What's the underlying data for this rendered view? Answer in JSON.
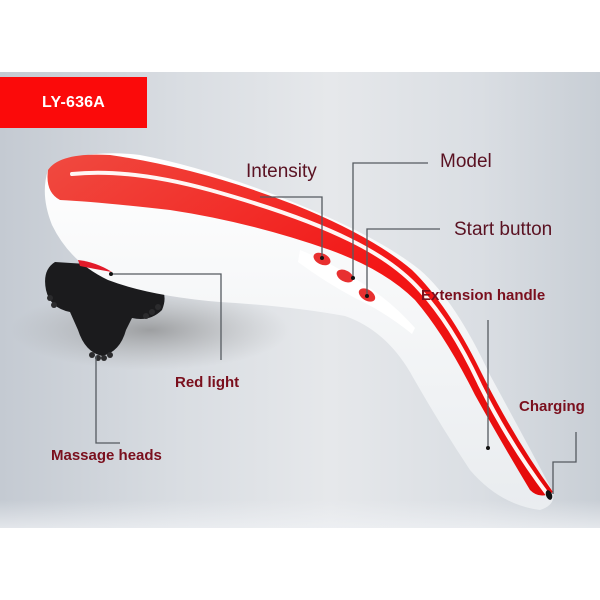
{
  "model_tag": "LY-636A",
  "colors": {
    "accent_red": "#fb0a0a",
    "label_text": "#6e0f1c",
    "leader_line": "#555a60",
    "background": "#dfe2e6"
  },
  "callouts": [
    {
      "id": "intensity",
      "label": "Intensity"
    },
    {
      "id": "model",
      "label": "Model"
    },
    {
      "id": "start-button",
      "label": "Start button"
    },
    {
      "id": "extension-handle",
      "label": "Extension handle"
    },
    {
      "id": "red-light",
      "label": "Red light"
    },
    {
      "id": "charging",
      "label": "Charging"
    },
    {
      "id": "massage-heads",
      "label": "Massage heads"
    }
  ]
}
